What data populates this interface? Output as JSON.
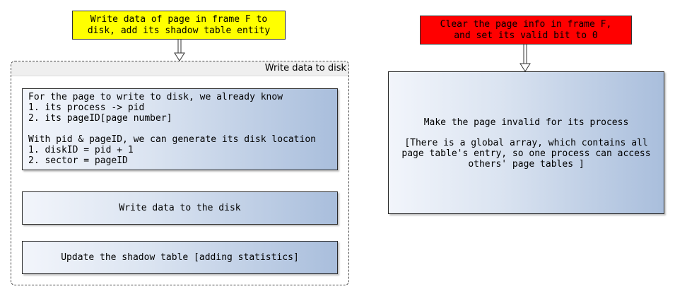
{
  "left_top_box": {
    "text": "Write data of page in frame F to\ndisk, add its shadow table entity",
    "color": "#ffff00"
  },
  "right_top_box": {
    "text": "Clear the page info in frame F,\nand set its valid bit to 0",
    "color": "#ff0000"
  },
  "group": {
    "title": "Write data to disk"
  },
  "step1": {
    "lines": "For the page to write to disk, we already know\n1. its process -> pid\n2. its pageID[page number]\n\nWith pid & pageID, we can generate its disk location\n1. diskID = pid + 1\n2. sector = pageID"
  },
  "step2": {
    "text": "Write data to the disk"
  },
  "step3": {
    "text": "Update the shadow table [adding statistics]"
  },
  "right_box": {
    "title": "Make the page invalid for its process",
    "note": "[There is a global array, which contains all\npage table's entry, so one process can access\nothers' page tables ]"
  }
}
